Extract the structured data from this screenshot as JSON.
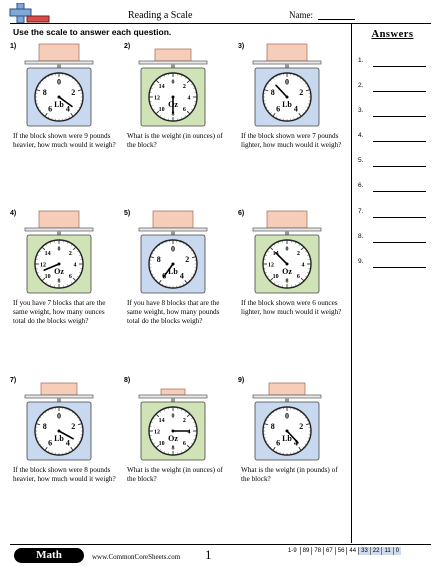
{
  "header": {
    "title": "Reading a Scale",
    "name_label": "Name:"
  },
  "instructions": "Use the scale to answer each question.",
  "colors": {
    "blue_scale": "#c8d8ee",
    "green_scale": "#cfe3b6",
    "block": "#f6cdb9"
  },
  "problems": [
    {
      "number": "1)",
      "text": "If the block shown were 9 pounds heavier, how much would it weigh?",
      "unit": "Lb",
      "scale_color": "blue",
      "dial_labels": [
        "0",
        "2",
        "4",
        "6",
        "8"
      ],
      "reading": 3.5,
      "dial_max": 10,
      "block": "tall"
    },
    {
      "number": "2)",
      "text": "What is the weight (in ounces) of the block?",
      "unit": "Oz",
      "scale_color": "green",
      "dial_labels": [
        "0",
        "2",
        "4",
        "6",
        "8",
        "10",
        "12",
        "14"
      ],
      "reading": 8,
      "dial_max": 16,
      "block": "mid"
    },
    {
      "number": "3)",
      "text": "If the block shown were 7 pounds lighter, how much would it weigh?",
      "unit": "Lb",
      "scale_color": "blue",
      "dial_labels": [
        "0",
        "2",
        "4",
        "6",
        "8"
      ],
      "reading": 8.8,
      "dial_max": 10,
      "block": "tall"
    },
    {
      "number": "4)",
      "text": "If you have 7 blocks that are the same weight, how many ounces total do the blocks weigh?",
      "unit": "Oz",
      "scale_color": "green",
      "dial_labels": [
        "0",
        "2",
        "4",
        "6",
        "8",
        "10",
        "12",
        "14"
      ],
      "reading": 11,
      "dial_max": 16,
      "block": "tall"
    },
    {
      "number": "5)",
      "text": "If you have 8 blocks that are the same weight, how many pounds total do the blocks weigh?",
      "unit": "Lb",
      "scale_color": "blue",
      "dial_labels": [
        "0",
        "2",
        "4",
        "6",
        "8"
      ],
      "reading": 6,
      "dial_max": 10,
      "block": "tall"
    },
    {
      "number": "6)",
      "text": "If the block shown were 6 ounces lighter, how much would it weigh?",
      "unit": "Oz",
      "scale_color": "green",
      "dial_labels": [
        "0",
        "2",
        "4",
        "6",
        "8",
        "10",
        "12",
        "14"
      ],
      "reading": 14,
      "dial_max": 16,
      "block": "tall"
    },
    {
      "number": "7)",
      "text": "If the block shown were 8 pounds heavier, how much would it weigh?",
      "unit": "Lb",
      "scale_color": "blue",
      "dial_labels": [
        "0",
        "2",
        "4",
        "6",
        "8"
      ],
      "reading": 3.3,
      "dial_max": 10,
      "block": "mid"
    },
    {
      "number": "8)",
      "text": "What is the weight (in ounces) of the block?",
      "unit": "Oz",
      "scale_color": "green",
      "dial_labels": [
        "0",
        "2",
        "4",
        "6",
        "8",
        "10",
        "12",
        "14"
      ],
      "reading": 4,
      "dial_max": 16,
      "block": "small"
    },
    {
      "number": "9)",
      "text": "What is the weight (in pounds) of the block?",
      "unit": "Lb",
      "scale_color": "blue",
      "dial_labels": [
        "0",
        "2",
        "4",
        "6",
        "8"
      ],
      "reading": 3.8,
      "dial_max": 10,
      "block": "mid"
    }
  ],
  "answers": {
    "heading": "Answers",
    "items": [
      "1.",
      "2.",
      "3.",
      "4.",
      "5.",
      "6.",
      "7.",
      "8.",
      "9."
    ]
  },
  "footer": {
    "badge": "Math",
    "site": "www.CommonCoreSheets.com",
    "page": "1",
    "key_range": "1-9",
    "key_scores": [
      "89",
      "78",
      "67",
      "56",
      "44",
      "33",
      "22",
      "11",
      "0"
    ]
  }
}
